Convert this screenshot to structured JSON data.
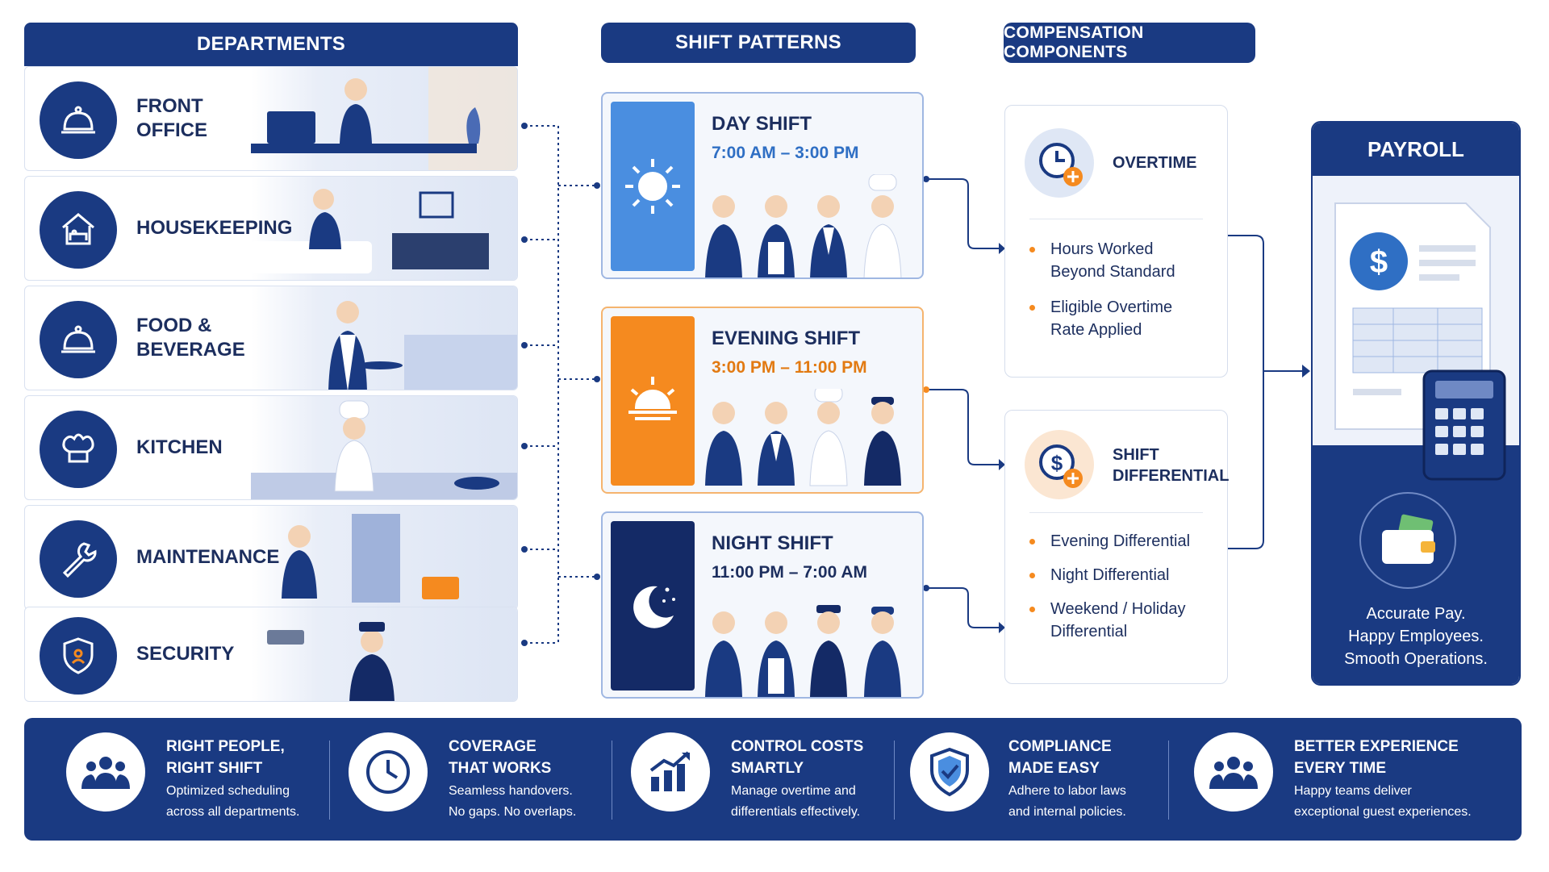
{
  "headers": {
    "departments": "DEPARTMENTS",
    "shift_patterns": "SHIFT PATTERNS",
    "compensation": "COMPENSATION COMPONENTS",
    "payroll": "PAYROLL"
  },
  "departments": [
    {
      "label": "FRONT\nOFFICE",
      "icon": "service-bell-icon"
    },
    {
      "label": "HOUSEKEEPING",
      "icon": "house-bed-icon"
    },
    {
      "label": "FOOD &\nBEVERAGE",
      "icon": "cloche-icon"
    },
    {
      "label": "KITCHEN",
      "icon": "chef-hat-icon"
    },
    {
      "label": "MAINTENANCE",
      "icon": "wrench-icon"
    },
    {
      "label": "SECURITY",
      "icon": "shield-icon"
    }
  ],
  "shifts": [
    {
      "title": "DAY SHIFT",
      "time": "7:00 AM – 3:00 PM",
      "icon": "sun-icon",
      "color": "#4a8ee0",
      "time_color": "#2f6fc4"
    },
    {
      "title": "EVENING SHIFT",
      "time": "3:00 PM – 11:00 PM",
      "icon": "sunset-icon",
      "color": "#f58a1f",
      "time_color": "#e27a12"
    },
    {
      "title": "NIGHT SHIFT",
      "time": "11:00 PM – 7:00 AM",
      "icon": "moon-icon",
      "color": "#142a66",
      "time_color": "#1c2e5e"
    }
  ],
  "compensation": {
    "overtime": {
      "title": "OVERTIME",
      "icon": "clock-plus-icon",
      "bullets": [
        "Hours Worked\nBeyond Standard",
        "Eligible Overtime\nRate Applied"
      ]
    },
    "shift_differential": {
      "title": "SHIFT\nDIFFERENTIAL",
      "icon": "dollar-plus-icon",
      "bullets": [
        "Evening Differential",
        "Night Differential",
        "Weekend / Holiday\nDifferential"
      ]
    }
  },
  "payroll": {
    "tagline": "Accurate Pay.\nHappy Employees.\nSmooth Operations.",
    "icons": [
      "dollar-document-icon",
      "calculator-icon",
      "wallet-icon"
    ]
  },
  "benefits": [
    {
      "title": "RIGHT PEOPLE,\nRIGHT SHIFT",
      "desc": "Optimized scheduling\nacross all departments.",
      "icon": "team-icon"
    },
    {
      "title": "COVERAGE\nTHAT WORKS",
      "desc": "Seamless handovers.\nNo gaps. No overlaps.",
      "icon": "clock-icon"
    },
    {
      "title": "CONTROL COSTS\nSMARTLY",
      "desc": "Manage overtime and\ndifferentials effectively.",
      "icon": "growth-chart-icon"
    },
    {
      "title": "COMPLIANCE\nMADE EASY",
      "desc": "Adhere to labor laws\nand internal policies.",
      "icon": "shield-check-icon"
    },
    {
      "title": "BETTER EXPERIENCE\nEVERY TIME",
      "desc": "Happy teams deliver\nexceptional guest experiences.",
      "icon": "team-icon"
    }
  ],
  "colors": {
    "navy": "#1a3a82",
    "orange": "#f58a1f",
    "sky": "#4a8ee0",
    "night": "#142a66"
  }
}
